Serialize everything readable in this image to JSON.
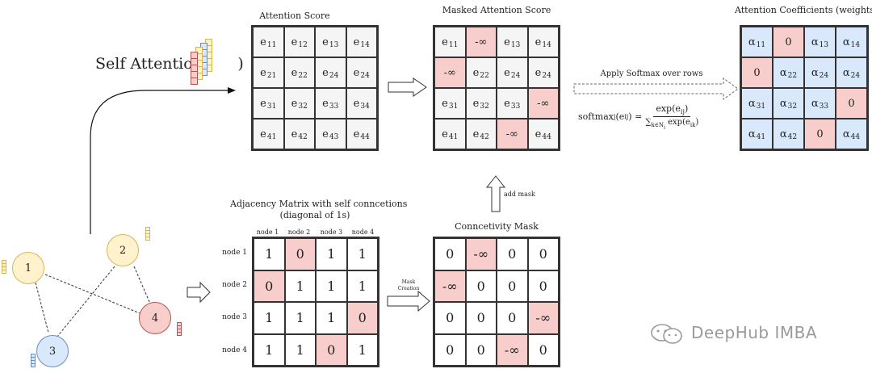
{
  "attention_score": {
    "title": "Attention Score",
    "cells": [
      [
        {
          "b": "e",
          "s": "11"
        },
        {
          "b": "e",
          "s": "12"
        },
        {
          "b": "e",
          "s": "13"
        },
        {
          "b": "e",
          "s": "14"
        }
      ],
      [
        {
          "b": "e",
          "s": "21"
        },
        {
          "b": "e",
          "s": "22"
        },
        {
          "b": "e",
          "s": "24"
        },
        {
          "b": "e",
          "s": "24"
        }
      ],
      [
        {
          "b": "e",
          "s": "31"
        },
        {
          "b": "e",
          "s": "32"
        },
        {
          "b": "e",
          "s": "33"
        },
        {
          "b": "e",
          "s": "34"
        }
      ],
      [
        {
          "b": "e",
          "s": "41"
        },
        {
          "b": "e",
          "s": "42"
        },
        {
          "b": "e",
          "s": "43"
        },
        {
          "b": "e",
          "s": "44"
        }
      ]
    ]
  },
  "masked_score": {
    "title": "Masked Attention Score",
    "cells": [
      [
        {
          "b": "e",
          "s": "11"
        },
        {
          "b": "-∞",
          "s": "",
          "c": "pink"
        },
        {
          "b": "e",
          "s": "13"
        },
        {
          "b": "e",
          "s": "14"
        }
      ],
      [
        {
          "b": "-∞",
          "s": "",
          "c": "pink"
        },
        {
          "b": "e",
          "s": "22"
        },
        {
          "b": "e",
          "s": "24"
        },
        {
          "b": "e",
          "s": "24"
        }
      ],
      [
        {
          "b": "e",
          "s": "31"
        },
        {
          "b": "e",
          "s": "32"
        },
        {
          "b": "e",
          "s": "33"
        },
        {
          "b": "-∞",
          "s": "",
          "c": "pink"
        }
      ],
      [
        {
          "b": "e",
          "s": "41"
        },
        {
          "b": "e",
          "s": "42"
        },
        {
          "b": "-∞",
          "s": "",
          "c": "pink"
        },
        {
          "b": "e",
          "s": "44"
        }
      ]
    ]
  },
  "coefficients": {
    "title": "Attention Coefficients (weights)",
    "cells": [
      [
        {
          "b": "α",
          "s": "11",
          "c": "blue"
        },
        {
          "b": "0",
          "s": "",
          "c": "pink"
        },
        {
          "b": "α",
          "s": "13",
          "c": "blue"
        },
        {
          "b": "α",
          "s": "14",
          "c": "blue"
        }
      ],
      [
        {
          "b": "0",
          "s": "",
          "c": "pink"
        },
        {
          "b": "α",
          "s": "22",
          "c": "blue"
        },
        {
          "b": "α",
          "s": "24",
          "c": "blue"
        },
        {
          "b": "α",
          "s": "24",
          "c": "blue"
        }
      ],
      [
        {
          "b": "α",
          "s": "31",
          "c": "blue"
        },
        {
          "b": "α",
          "s": "32",
          "c": "blue"
        },
        {
          "b": "α",
          "s": "33",
          "c": "blue"
        },
        {
          "b": "0",
          "s": "",
          "c": "pink"
        }
      ],
      [
        {
          "b": "α",
          "s": "41",
          "c": "blue"
        },
        {
          "b": "α",
          "s": "42",
          "c": "blue"
        },
        {
          "b": "0",
          "s": "",
          "c": "pink"
        },
        {
          "b": "α",
          "s": "44",
          "c": "blue"
        }
      ]
    ]
  },
  "adjacency": {
    "title_line1": "Adjacency Matrix with self conncetions",
    "title_line2": "(diagonal of 1s)",
    "col_labels": [
      "node 1",
      "node 2",
      "node 3",
      "node 4"
    ],
    "row_labels": [
      "node 1",
      "node 2",
      "node 3",
      "node 4"
    ],
    "cells": [
      [
        {
          "b": "1",
          "c": "white"
        },
        {
          "b": "0",
          "c": "pink"
        },
        {
          "b": "1",
          "c": "white"
        },
        {
          "b": "1",
          "c": "white"
        }
      ],
      [
        {
          "b": "0",
          "c": "pink"
        },
        {
          "b": "1",
          "c": "white"
        },
        {
          "b": "1",
          "c": "white"
        },
        {
          "b": "1",
          "c": "white"
        }
      ],
      [
        {
          "b": "1",
          "c": "white"
        },
        {
          "b": "1",
          "c": "white"
        },
        {
          "b": "1",
          "c": "white"
        },
        {
          "b": "0",
          "c": "pink"
        }
      ],
      [
        {
          "b": "1",
          "c": "white"
        },
        {
          "b": "1",
          "c": "white"
        },
        {
          "b": "0",
          "c": "pink"
        },
        {
          "b": "1",
          "c": "white"
        }
      ]
    ]
  },
  "connectivity_mask": {
    "title": "Conncetivity Mask",
    "cells": [
      [
        {
          "b": "0",
          "c": "white"
        },
        {
          "b": "-∞",
          "c": "pink"
        },
        {
          "b": "0",
          "c": "white"
        },
        {
          "b": "0",
          "c": "white"
        }
      ],
      [
        {
          "b": "-∞",
          "c": "pink"
        },
        {
          "b": "0",
          "c": "white"
        },
        {
          "b": "0",
          "c": "white"
        },
        {
          "b": "0",
          "c": "white"
        }
      ],
      [
        {
          "b": "0",
          "c": "white"
        },
        {
          "b": "0",
          "c": "white"
        },
        {
          "b": "0",
          "c": "white"
        },
        {
          "b": "-∞",
          "c": "pink"
        }
      ],
      [
        {
          "b": "0",
          "c": "white"
        },
        {
          "b": "0",
          "c": "white"
        },
        {
          "b": "-∞",
          "c": "pink"
        },
        {
          "b": "0",
          "c": "white"
        }
      ]
    ]
  },
  "labels": {
    "self_attention": "Self Attention (",
    "self_attention_close": ")",
    "apply_softmax": "Apply Softmax over rows",
    "add_mask": "add mask",
    "mask_creation_1": "Mask",
    "mask_creation_2": "Creation"
  },
  "formula": {
    "lhs": "softmax",
    "lhs_sub": "j",
    "lhs_arg": "(e",
    "lhs_arg_sub": "ij",
    "lhs_close": ") =",
    "numerator": "exp(e",
    "numerator_sub": "ij",
    "numerator_close": ")",
    "denominator": "∑",
    "denominator_sub": "k∈N",
    "denominator_sub2": "i",
    "denominator_rest": " exp(e",
    "denominator_rest_sub": "ik",
    "denominator_close": ")"
  },
  "graph": {
    "nodes": [
      {
        "label": "1",
        "fill": "#fff2cc",
        "stroke": "#d6b656"
      },
      {
        "label": "2",
        "fill": "#fff2cc",
        "stroke": "#d6b656"
      },
      {
        "label": "3",
        "fill": "#dae8fc",
        "stroke": "#6c8ebf"
      },
      {
        "label": "4",
        "fill": "#f8cecc",
        "stroke": "#b85450"
      }
    ]
  },
  "watermark": "DeepHub IMBA",
  "colors": {
    "pink": "#f8cecc",
    "blue": "#dae8fc",
    "yellow": "#fff2cc"
  }
}
